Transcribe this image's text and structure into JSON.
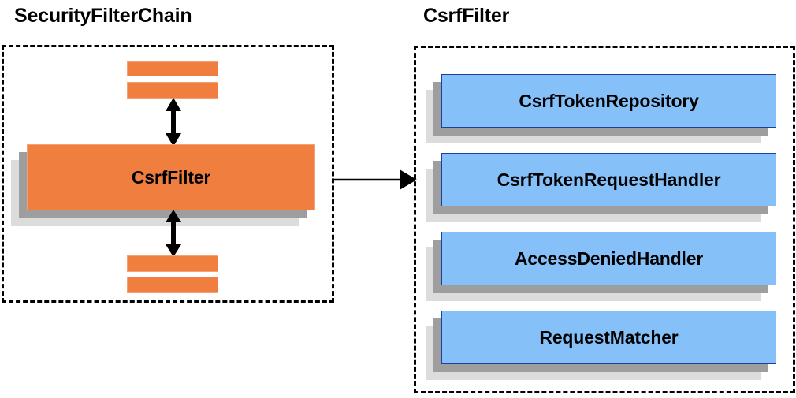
{
  "diagram": {
    "title_left": "SecurityFilterChain",
    "title_right": "CsrfFilter",
    "left_panel": {
      "main_node": "CsrfFilter",
      "bars": [
        {
          "name": "filter-bar-top-1"
        },
        {
          "name": "filter-bar-top-2"
        },
        {
          "name": "filter-bar-bottom-1"
        },
        {
          "name": "filter-bar-bottom-2"
        }
      ],
      "connectors": [
        {
          "name": "arrow-up-bidirectional",
          "type": "double-headed-vertical"
        },
        {
          "name": "arrow-down-bidirectional",
          "type": "double-headed-vertical"
        }
      ]
    },
    "right_panel": {
      "collaborators": [
        "CsrfTokenRepository",
        "CsrfTokenRequestHandler",
        "AccessDeniedHandler",
        "RequestMatcher"
      ]
    },
    "link": {
      "name": "csrffilter-to-collaborators",
      "type": "single-headed-horizontal"
    },
    "colors": {
      "orange_fill": "#f07f3f",
      "orange_border": "#f4a273",
      "blue_fill": "#85c0f9",
      "blue_border": "#1f3e9e",
      "shadow_near": "#9e9e9e",
      "shadow_far": "#dcdcdc",
      "outline": "#000000"
    }
  }
}
